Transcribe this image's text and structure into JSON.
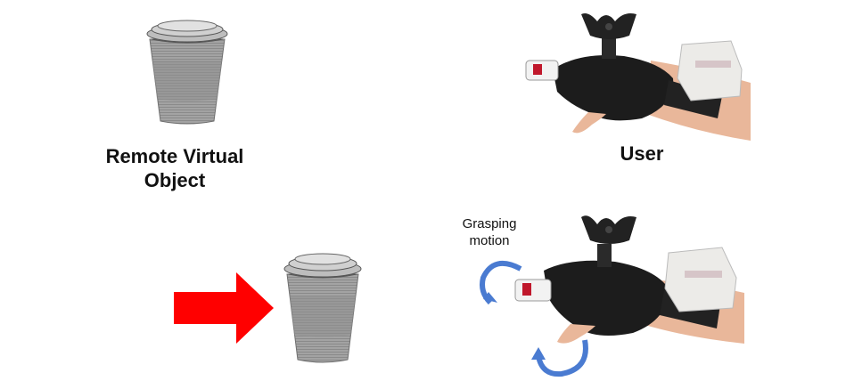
{
  "labels": {
    "remote_line1": "Remote Virtual",
    "remote_line2": "Object",
    "user": "User",
    "grasp_line1": "Grasping",
    "grasp_line2": "motion"
  },
  "colors": {
    "arrow": "#ff0000",
    "rotation_arrow": "#4a7bd1",
    "cup": "#9a9a9a",
    "glove": "#1c1c1c",
    "device": "#ecebe8",
    "skin": "#e9b79a"
  },
  "icons": {
    "cup": "coffee-cup-icon",
    "hand": "haptic-glove-hand",
    "arrow": "right-arrow-icon",
    "rotation": "curved-rotation-arrow-icon"
  }
}
